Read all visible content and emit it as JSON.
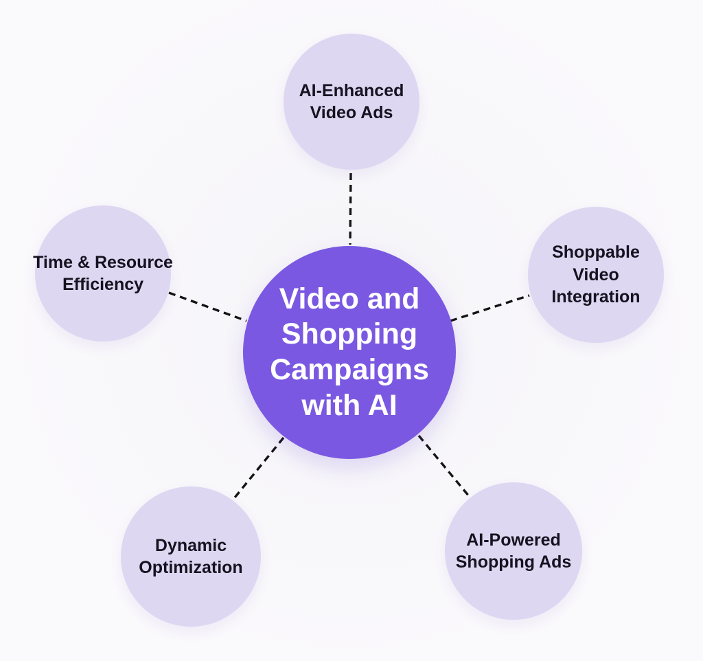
{
  "diagram": {
    "center": {
      "label": "Video and Shopping Campaigns with AI",
      "lines": [
        "Video and",
        "Shopping",
        "Campaigns",
        "with AI"
      ]
    },
    "nodes": [
      {
        "id": "ai-enhanced-video-ads",
        "label": "AI-Enhanced Video Ads",
        "lines": [
          "AI-Enhanced",
          "Video Ads"
        ],
        "position": "top"
      },
      {
        "id": "shoppable-video-integration",
        "label": "Shoppable Video Integration",
        "lines": [
          "Shoppable",
          "Video",
          "Integration"
        ],
        "position": "right"
      },
      {
        "id": "ai-powered-shopping-ads",
        "label": "AI-Powered Shopping Ads",
        "lines": [
          "AI-Powered",
          "Shopping Ads"
        ],
        "position": "bottom-right"
      },
      {
        "id": "dynamic-optimization",
        "label": "Dynamic Optimization",
        "lines": [
          "Dynamic",
          "Optimization"
        ],
        "position": "bottom-left"
      },
      {
        "id": "time-resource-efficiency",
        "label": "Time & Resource Efficiency",
        "lines": [
          "Time & Resource",
          "Efficiency"
        ],
        "position": "left"
      }
    ],
    "colors": {
      "background": "#FAF9FC",
      "center_fill": "#7A58E2",
      "center_text": "#FFFFFF",
      "node_fill": "#DDD7F2",
      "node_text": "#17121F",
      "connector": "#141414"
    }
  }
}
